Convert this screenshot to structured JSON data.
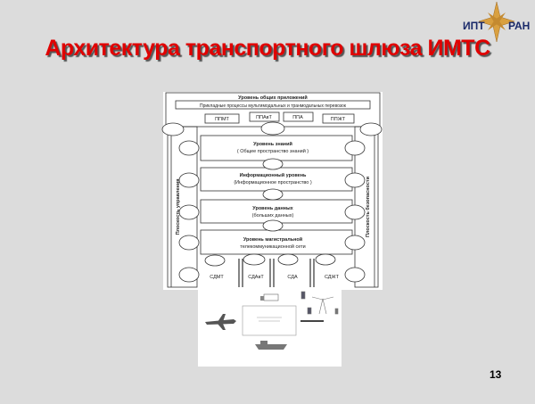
{
  "title": "Архитектура транспортного шлюза ИМТС",
  "logo": {
    "left": "ИПТ",
    "right": "РАН"
  },
  "diagram": {
    "top_level": "Уровень общих приложений",
    "applied_processes": "Прикладные процессы мультимодальных и транмодальных перевозок",
    "app_boxes": [
      "ППМТ",
      "ППАвТ",
      "ППА",
      "ППЖТ"
    ],
    "layers": [
      {
        "line1": "Уровень  знаний",
        "line2": "( Общее пространство знаний )"
      },
      {
        "line1": "Информационный уровень",
        "line2": "(Информационное пространство )"
      },
      {
        "line1": "Уровень  данных",
        "line2": "(больших данных)"
      },
      {
        "line1": "Уровень магистральной",
        "line2": "телекоммуникационной сети"
      }
    ],
    "left_plane": "Плоскость управления",
    "right_plane": "Плоскость безопасности",
    "bottom_boxes": [
      "СДМТ",
      "СДАвТ",
      "СДА",
      "СДЖТ"
    ]
  },
  "page_number": "13"
}
